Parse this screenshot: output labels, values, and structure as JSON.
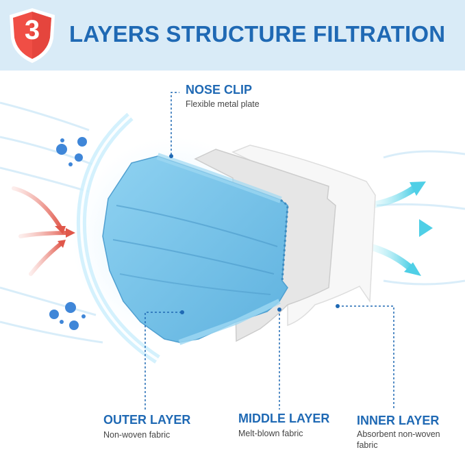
{
  "badge": {
    "number": "3",
    "icon": "shield-icon",
    "color": "#f04e45"
  },
  "title": "LAYERS STRUCTURE FILTRATION",
  "colors": {
    "accent": "#1f69b4",
    "banner": "#d9ebf7",
    "mask": "#6fc0e6",
    "shield": "#f04e45",
    "arrow_in": "#e0574a",
    "arrow_out": "#5fd4e8"
  },
  "labels": {
    "nose_clip": {
      "title": "NOSE CLIP",
      "subtitle": "Flexible metal plate"
    },
    "outer_layer": {
      "title": "OUTER LAYER",
      "subtitle": "Non-woven fabric"
    },
    "middle_layer": {
      "title": "MIDDLE LAYER",
      "subtitle": "Melt-blown fabric"
    },
    "inner_layer": {
      "title": "INNER LAYER",
      "subtitle": "Absorbent non-woven fabric"
    }
  }
}
